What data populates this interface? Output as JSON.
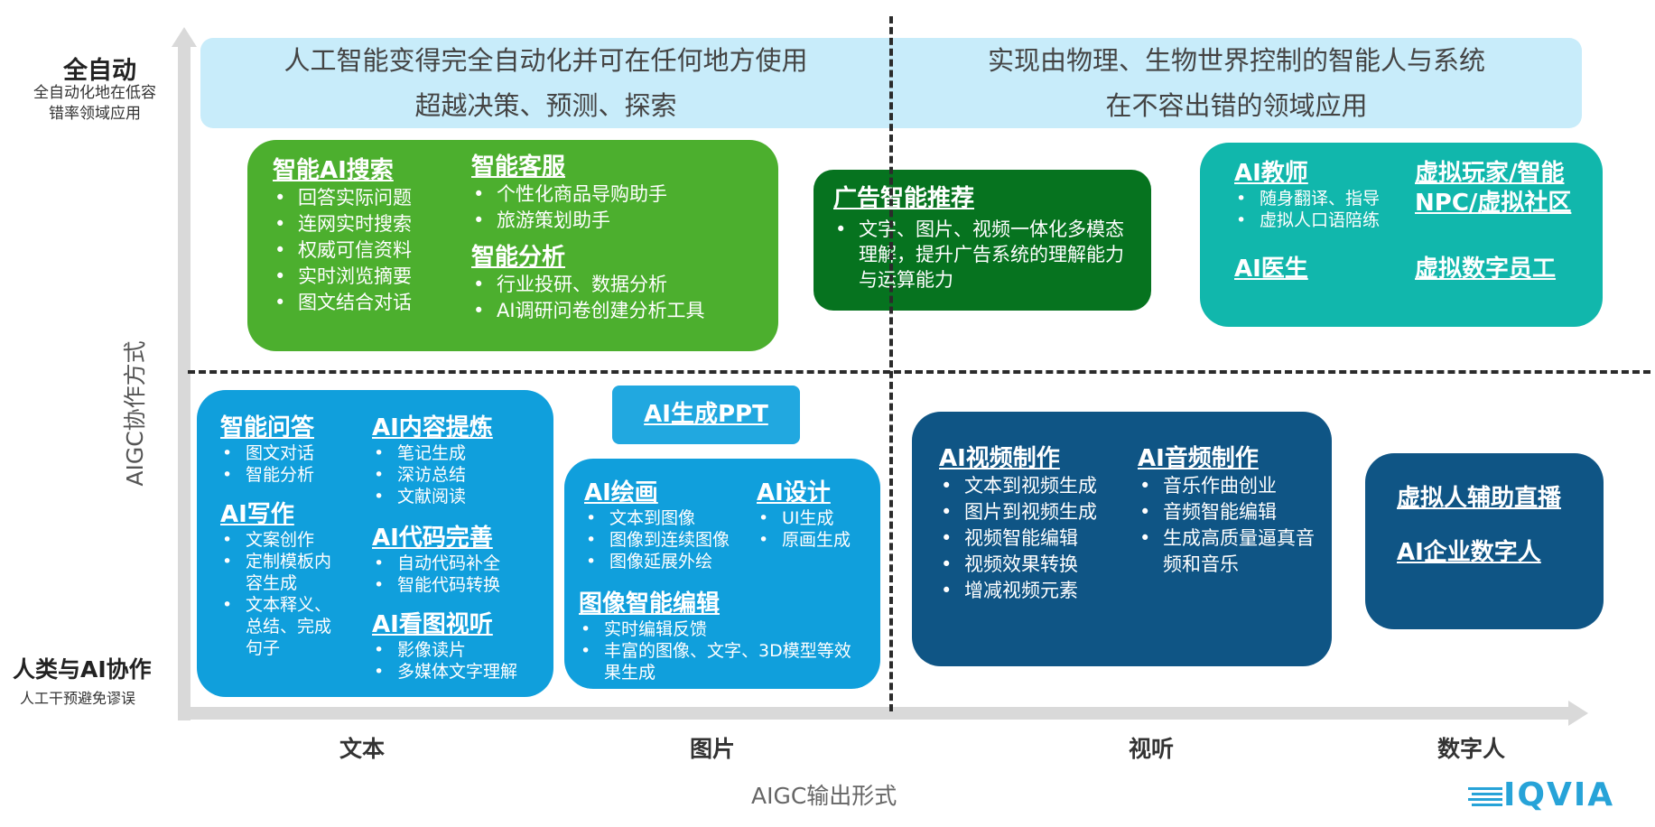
{
  "y_axis": {
    "title": "AIGC协作方式",
    "top_title": "全自动",
    "top_subtitle": "全自动化地在低容错率领域应用",
    "bottom_title": "人类与AI协作",
    "bottom_subtitle": "人工干预避免谬误"
  },
  "x_axis": {
    "title": "AIGC输出形式",
    "categories": [
      "文本",
      "图片",
      "视听",
      "数字人"
    ]
  },
  "top_band": {
    "left_line1": "人工智能变得完全自动化并可在任何地方使用",
    "left_line2": "超越决策、预测、探索",
    "right_line1": "实现由物理、生物世界控制的智能人与系统",
    "right_line2": "在不容出错的领域应用"
  },
  "box_text_top": {
    "col1": {
      "heading": "智能AI搜索",
      "items": [
        "回答实际问题",
        "连网实时搜索",
        "权威可信资料",
        "实时浏览摘要",
        "图文结合对话"
      ]
    },
    "col2a": {
      "heading": "智能客服",
      "items": [
        "个性化商品导购助手",
        "旅游策划助手"
      ]
    },
    "col2b": {
      "heading": "智能分析",
      "items": [
        "行业投研、数据分析",
        "AI调研问卷创建分析工具"
      ]
    }
  },
  "box_ad": {
    "heading": "广告智能推荐",
    "items": [
      "文字、图片、视频一体化多模态理解，提升广告系统的理解能力与运算能力"
    ]
  },
  "box_digital_top": {
    "teacher_heading": "AI教师",
    "teacher_items": [
      "随身翻译、指导",
      "虚拟人口语陪练"
    ],
    "doctor_heading": "AI医生",
    "player_heading": "虚拟玩家/智能NPC/虚拟社区",
    "employee_heading": "虚拟数字员工"
  },
  "box_text_bottom": {
    "qa": {
      "heading": "智能问答",
      "items": [
        "图文对话",
        "智能分析"
      ]
    },
    "writing": {
      "heading": "AI写作",
      "items": [
        "文案创作",
        "定制模板内容生成",
        "文本释义、总结、完成句子"
      ]
    },
    "extract": {
      "heading": "AI内容提炼",
      "items": [
        "笔记生成",
        "深访总结",
        "文献阅读"
      ]
    },
    "code": {
      "heading": "AI代码完善",
      "items": [
        "自动代码补全",
        "智能代码转换"
      ]
    },
    "vision": {
      "heading": "AI看图视听",
      "items": [
        "影像读片",
        "多媒体文字理解"
      ]
    }
  },
  "box_ppt": {
    "heading": "AI生成PPT"
  },
  "box_image_bottom": {
    "paint": {
      "heading": "AI绘画",
      "items": [
        "文本到图像",
        "图像到连续图像",
        "图像延展外绘"
      ]
    },
    "design": {
      "heading": "AI设计",
      "items": [
        "UI生成",
        "原画生成"
      ]
    },
    "edit": {
      "heading": "图像智能编辑",
      "items": [
        "实时编辑反馈",
        "丰富的图像、文字、3D模型等效果生成"
      ]
    }
  },
  "box_video_bottom": {
    "video": {
      "heading": "AI视频制作",
      "items": [
        "文本到视频生成",
        "图片到视频生成",
        "视频智能编辑",
        "视频效果转换",
        "增减视频元素"
      ]
    },
    "audio": {
      "heading": "AI音频制作",
      "items": [
        "音乐作曲创业",
        "音频智能编辑",
        "生成高质量逼真音频和音乐"
      ]
    }
  },
  "box_digital_bottom": {
    "item1": "虚拟人辅助直播",
    "item2": "AI企业数字人"
  },
  "logo": {
    "text": "IQVIA"
  },
  "colors": {
    "green_light": "#4caf2e",
    "green_dark": "#06731f",
    "teal": "#11b7ac",
    "blue": "#109fdc",
    "blue_light": "#21a8e0",
    "navy": "#0f5585",
    "band": "#c8ecfa",
    "logo": "#27a3d8"
  }
}
